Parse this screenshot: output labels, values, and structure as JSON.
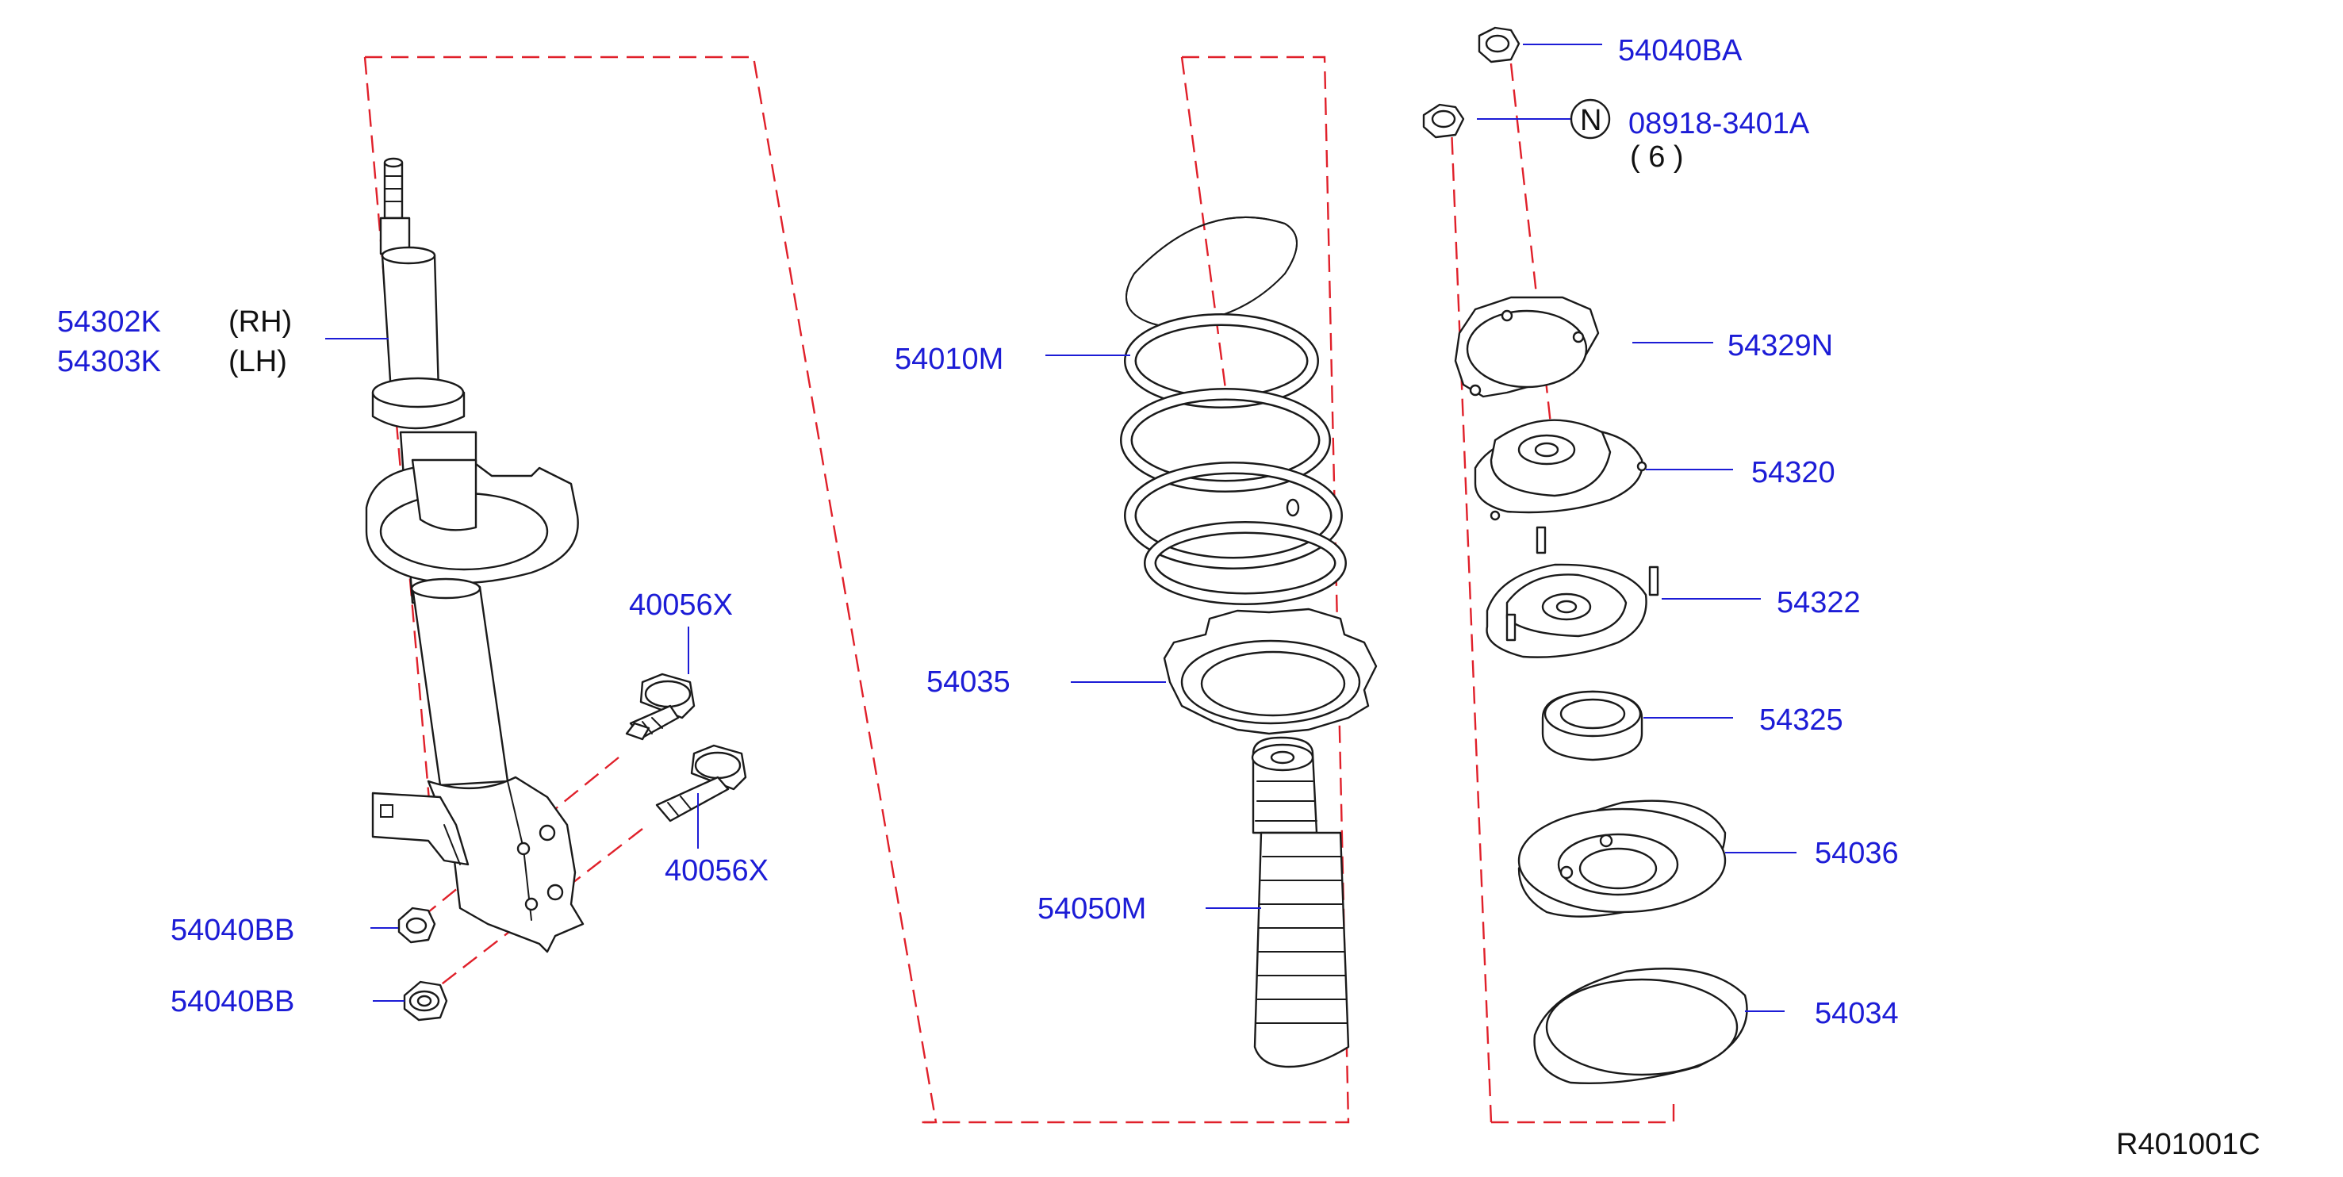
{
  "diagram": {
    "colors": {
      "label": "#1c1cd6",
      "text": "#111111",
      "dash": "#e0202a",
      "lines": "#1a1a1a"
    },
    "labels": {
      "p54040BA": "54040BA",
      "p08918": "08918-3401A",
      "n_symbol": "N",
      "qty": "( 6 )",
      "p54302K": "54302K",
      "rh": "(RH)",
      "p54303K": "54303K",
      "lh": "(LH)",
      "p54010M": "54010M",
      "p54329N": "54329N",
      "p54320": "54320",
      "p54322": "54322",
      "p40056X_top": "40056X",
      "p54035": "54035",
      "p54325": "54325",
      "p40056X_bottom": "40056X",
      "p54036": "54036",
      "p54050M": "54050M",
      "p54040BB_top": "54040BB",
      "p54040BB_bottom": "54040BB",
      "p54034": "54034",
      "ref_code": "R401001C"
    }
  }
}
